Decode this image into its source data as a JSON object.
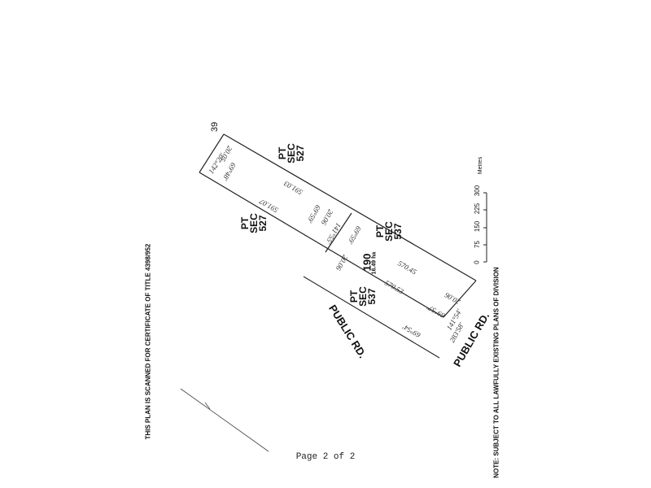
{
  "side_notes": {
    "left": "THIS PLAN IS SCANNED FOR CERTIFICATE OF TITLE 4398/952",
    "right": "NOTE: SUBJECT TO ALL LAWFULLY EXISTING PLANS OF DIVISION"
  },
  "lot": {
    "corner_number": "39",
    "number": "190",
    "area": "16.49 ha"
  },
  "sections": {
    "pt_sec_527_top": [
      "PT",
      "SEC",
      "527"
    ],
    "pt_sec_527_mid": [
      "PT",
      "SEC",
      "527"
    ],
    "pt_sec_537_mid": [
      "PT",
      "SEC",
      "537"
    ],
    "pt_sec_537_low": [
      "PT",
      "SEC",
      "537"
    ]
  },
  "roads": {
    "left": "PUBLIC RD.",
    "bottom": "PUBLIC RD."
  },
  "dimensions": {
    "top_bearing": "142°20'",
    "top_len": "20.05",
    "top_angle": "69°48'",
    "upper_side": "591.03",
    "lower_side_1": "591.07",
    "mid_angle_1": "69°59'",
    "mid_len_1": "20.06",
    "mid_bearing_1": "141°55'",
    "mid_angle_2": "69°59'",
    "mid_len_2": "20.06",
    "upper_side_2": "570.45",
    "lower_side_2": "570.53",
    "bottom_len": "20.06",
    "bottom_angle": "69°57'",
    "bottom_bearing": "141°54'",
    "bottom_angle_2": "69°54'",
    "bottom_small": "283'58'"
  },
  "scale": {
    "unit": "Metres",
    "ticks": [
      "0",
      "75",
      "150",
      "225",
      "300"
    ]
  },
  "footer": "Page 2 of 2"
}
